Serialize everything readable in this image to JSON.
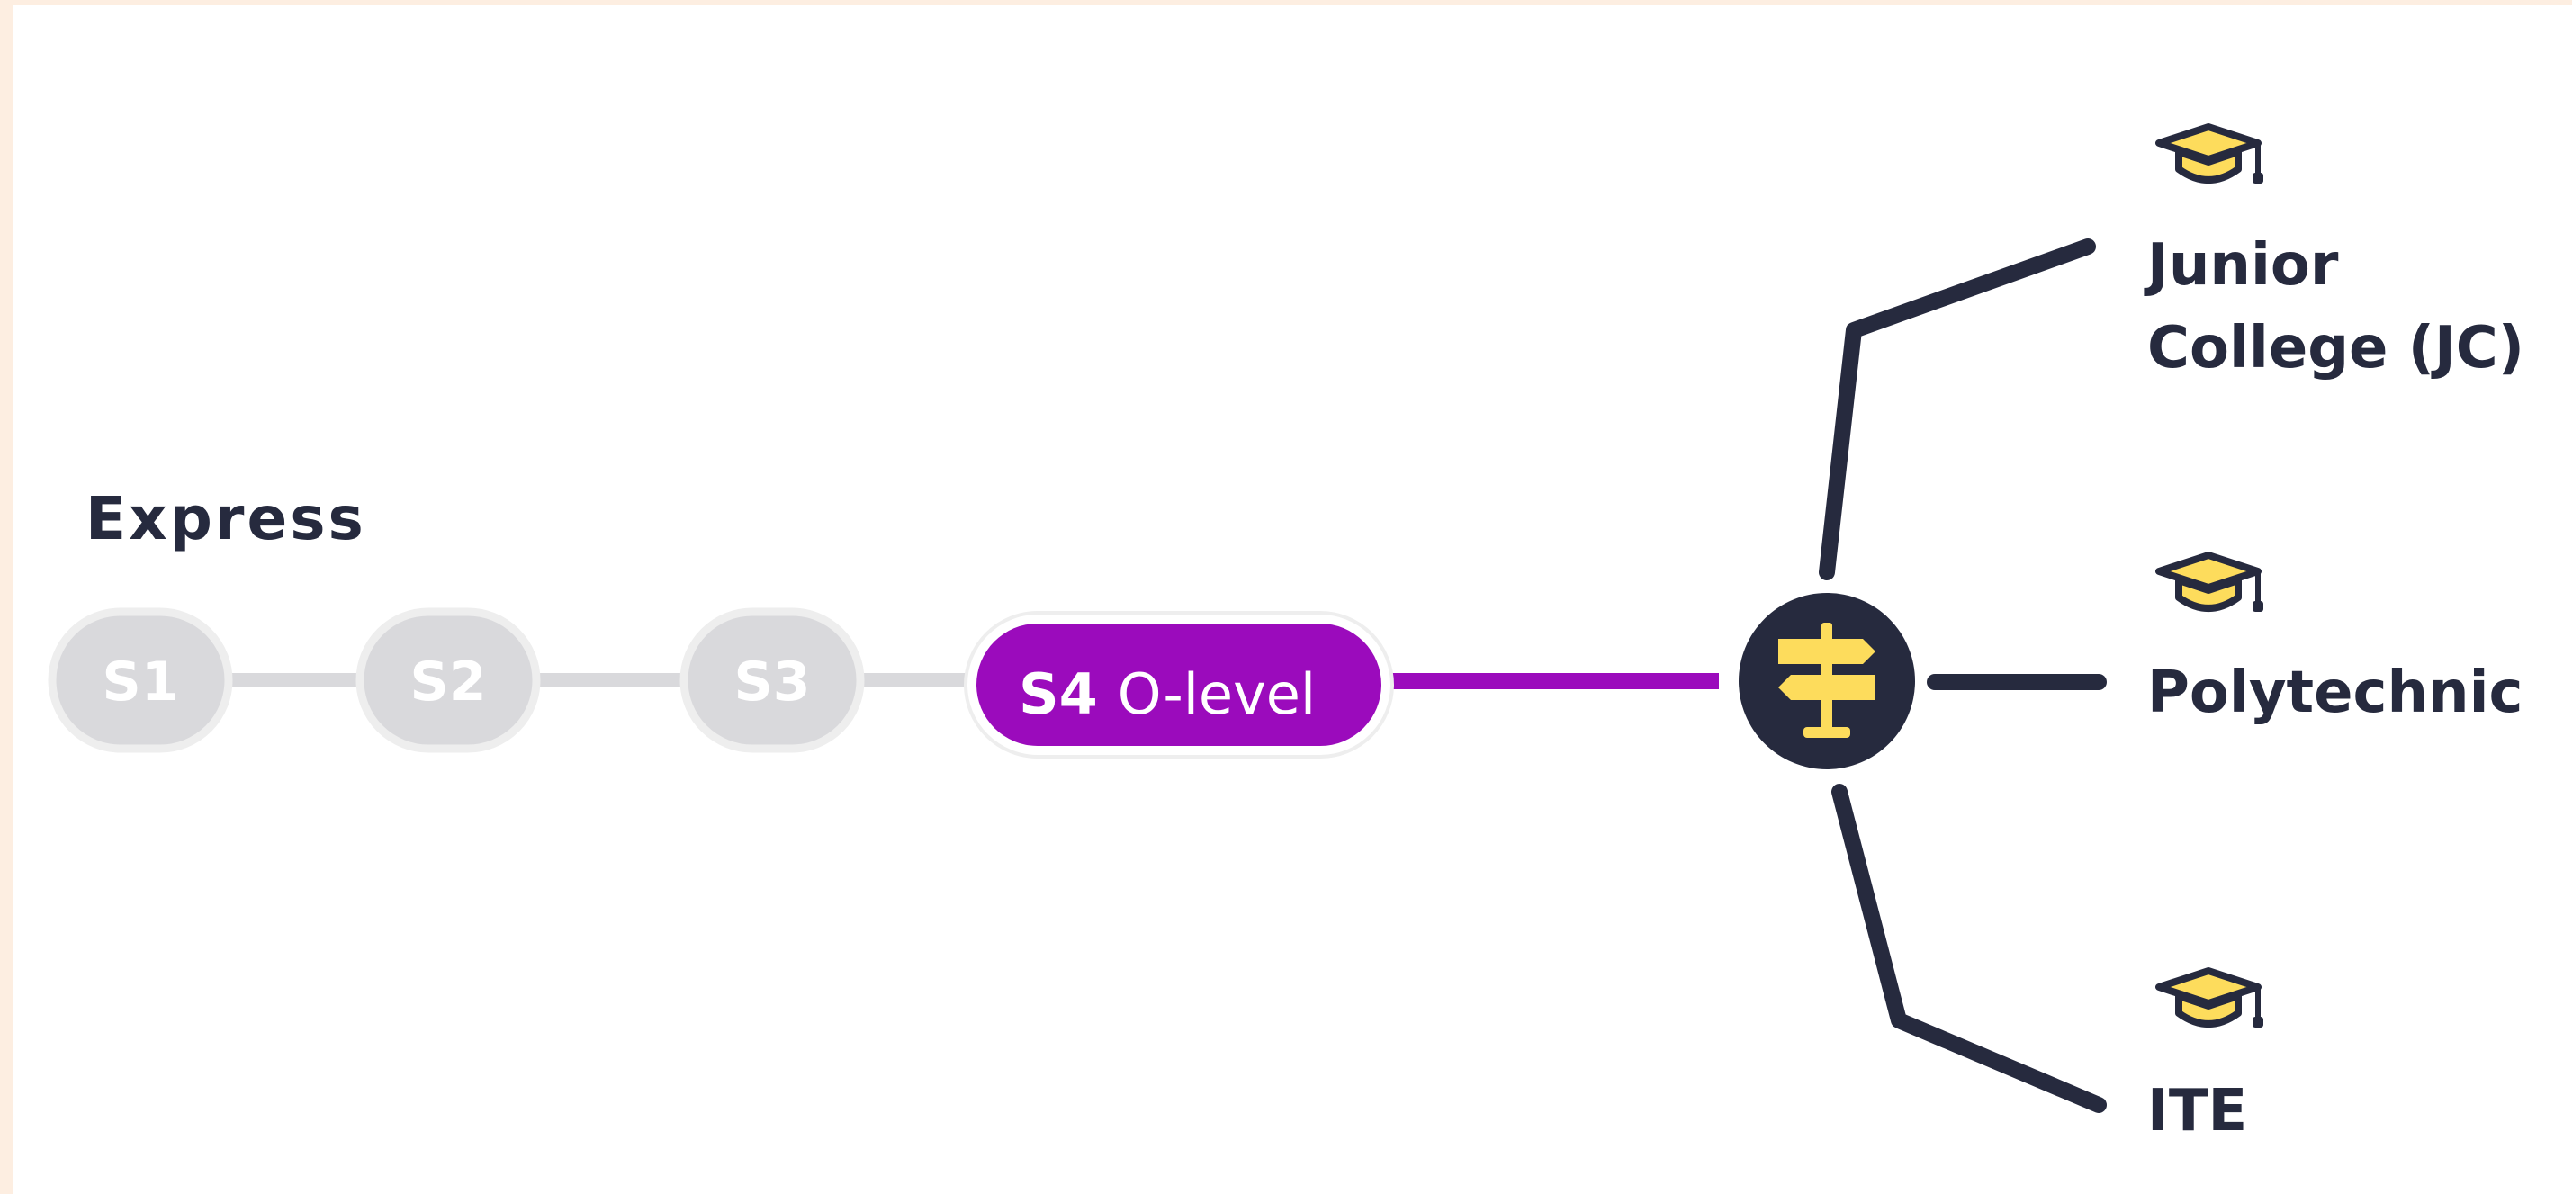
{
  "track": {
    "title": "Express"
  },
  "stages": [
    {
      "label": "S1"
    },
    {
      "label": "S2"
    },
    {
      "label": "S3"
    }
  ],
  "current_stage": {
    "code": "S4",
    "name": "O-level"
  },
  "junction": {
    "icon": "signpost-icon"
  },
  "destinations": [
    {
      "line1": "Junior",
      "line2": "College (JC)",
      "icon": "graduation-cap-icon"
    },
    {
      "line1": "Polytechnic",
      "line2": "",
      "icon": "graduation-cap-icon"
    },
    {
      "line1": "ITE",
      "line2": "",
      "icon": "graduation-cap-icon"
    }
  ],
  "colors": {
    "background": "#fdeee1",
    "inactive": "#d9d9dc",
    "active": "#9b0bbc",
    "dark": "#262a3e",
    "accent": "#fddc5c"
  }
}
